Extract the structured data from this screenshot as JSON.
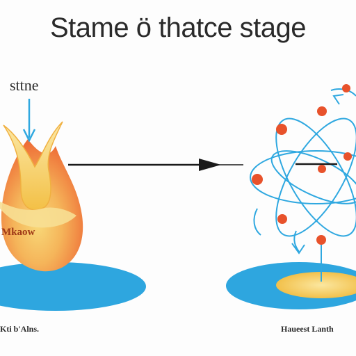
{
  "title": "Stame ö thatce stage",
  "left": {
    "label": "sttne",
    "drop_text": "Mkaow",
    "caption": "Kti b'Alns."
  },
  "right": {
    "caption": "Haueest Lanth"
  },
  "colors": {
    "accent_blue": "#2fa8e0",
    "arrow": "#1a1a1a",
    "nucleus_node": "#e8522b",
    "flame_outer": "#f07a3c",
    "flame_inner": "#f6d24a",
    "disc_yellow": "#f7d46a"
  },
  "icons": {
    "left": "flame-drop-icon",
    "right": "atom-icon"
  }
}
